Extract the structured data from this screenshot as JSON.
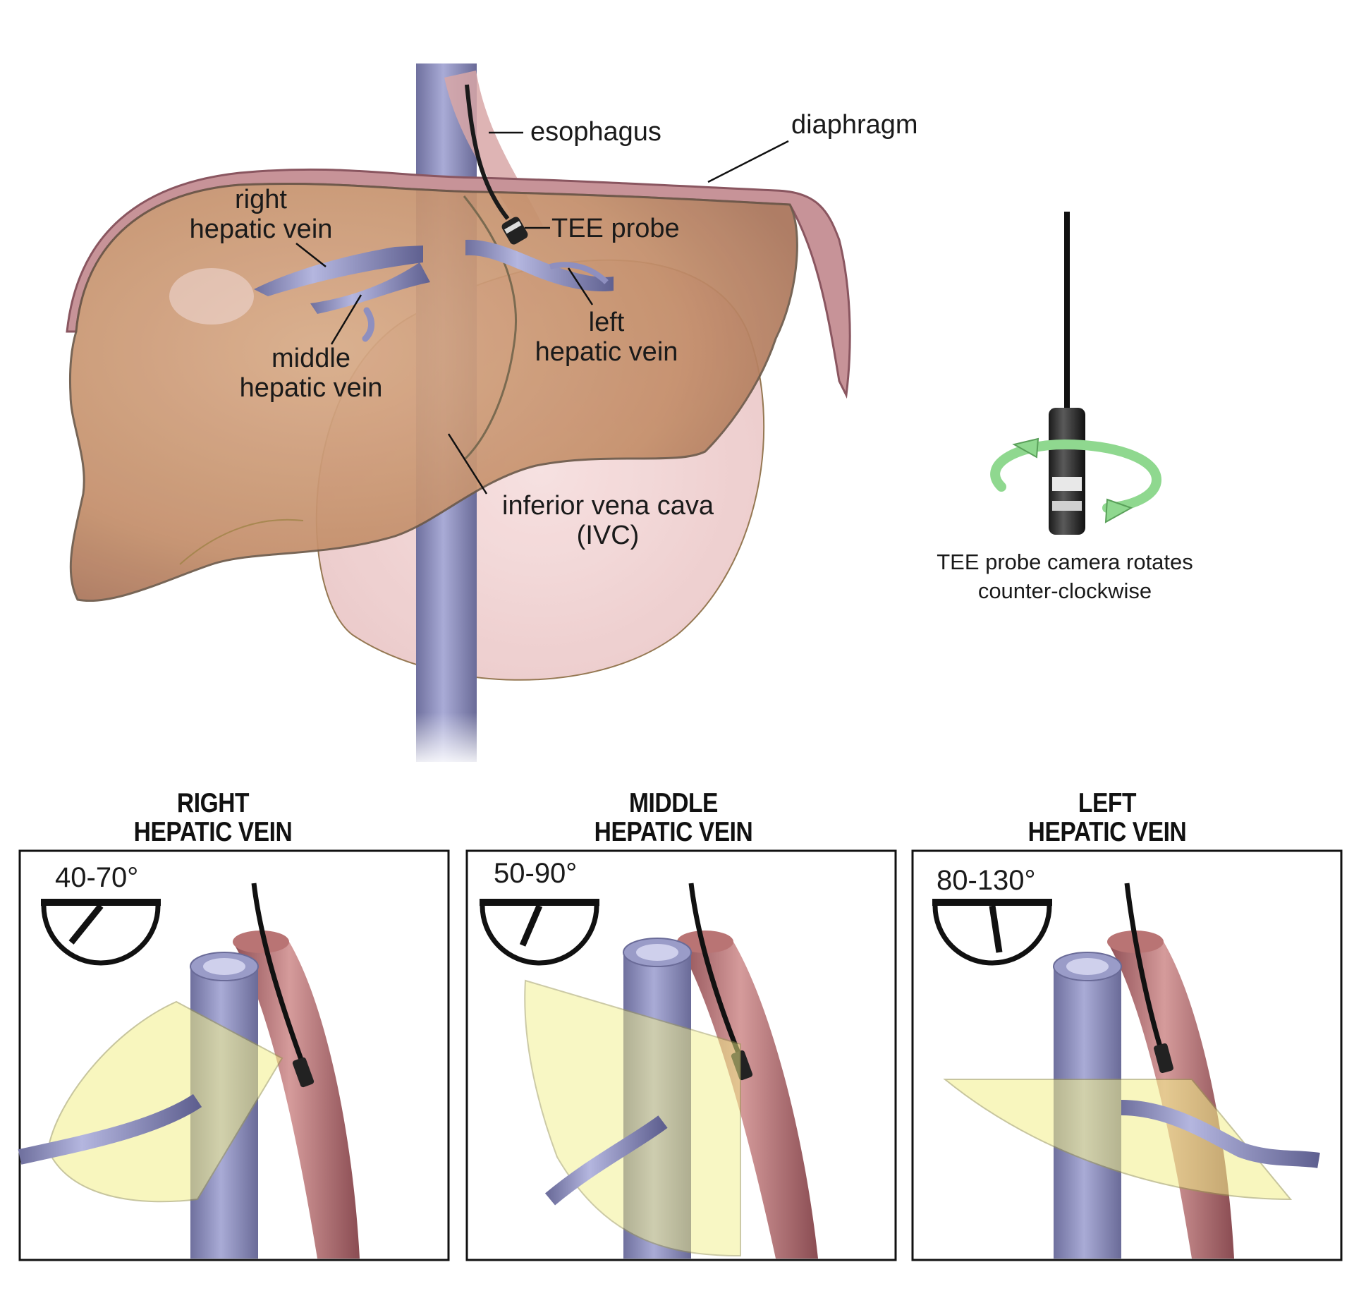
{
  "labels": {
    "esophagus": "esophagus",
    "diaphragm": "diaphragm",
    "right_hv": [
      "right",
      "hepatic vein"
    ],
    "tee_probe": "TEE probe",
    "left_hv": [
      "left",
      "hepatic vein"
    ],
    "middle_hv": [
      "middle",
      "hepatic vein"
    ],
    "ivc": [
      "inferior vena cava",
      "(IVC)"
    ]
  },
  "probe_caption": [
    "TEE probe camera rotates",
    "counter-clockwise"
  ],
  "panels": [
    {
      "title": [
        "RIGHT",
        "HEPATIC VEIN"
      ],
      "angle_label": "40-70°",
      "angle_deg": 55
    },
    {
      "title": [
        "MIDDLE",
        "HEPATIC VEIN"
      ],
      "angle_label": "50-90°",
      "angle_deg": 70
    },
    {
      "title": [
        "LEFT",
        "HEPATIC VEIN"
      ],
      "angle_label": "80-130°",
      "angle_deg": 95
    }
  ],
  "colors": {
    "liver": "#c4936e",
    "ivc": "#8e8fbf",
    "diaphragm": "#b77e83",
    "esophagus_muscle": "#b97474",
    "stomach": "#f0d2d2",
    "imaging_plane": "#f3f08a",
    "rotation_arrow": "#8fd88f"
  }
}
